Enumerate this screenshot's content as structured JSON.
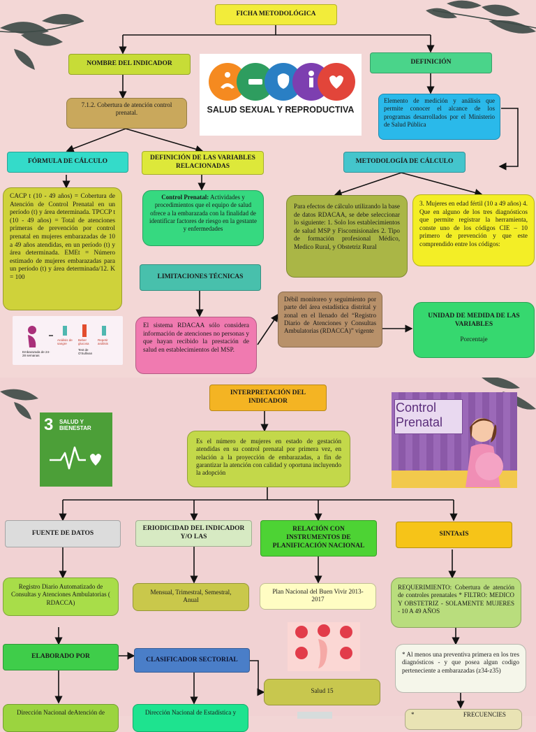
{
  "top": {
    "ficha": "FICHA METODOLÓGICA",
    "nombre_indicador": "NOMBRE DEL INDICADOR",
    "definicion": "DEFINICIÓN",
    "indicador_valor": "7.1.2. Cobertura de atención control prenatal.",
    "definicion_texto": "Elemento de medición y análisis que permite conocer el alcance de los programas desarrollados por el Ministerio de Salud Pública",
    "logo_text": "SALUD SEXUAL Y REPRODUCTIVA",
    "formula": "FÓRMULA DE CÁLCULO",
    "definicion_variables": "DEFINICIÓN DE LAS VARIABLES RELACIONADAS",
    "metodologia": "METODOLOGÍA DE CÁLCULO",
    "formula_texto": "CACP t (10 - 49 años) = Cobertura de Atención de Control Prenatal en un período (t) y área determinada. TPCCP t (10 - 49 años) = Total de atenciones primeras de prevención por control prenatal en mujeres embarazadas de 10 a 49 años atendidas, en un período (t) y área determinada. EMEt = Número estimado de mujeres embarazadas para un período (t) y área determinada/12. K = 100",
    "control_prenatal_bold": "Control Prenatal:",
    "control_prenatal_texto": " Actividades y procedimientos que el equipo de salud ofrece a la embarazada con la finalidad de identificar factores de riesgo en la gestante y enfermedades",
    "metodo_texto": "Para efectos de cálculo utilizando la base de datos RDACAA, se debe seleccionar lo siguiente: 1. Solo los establecimientos de salud MSP y Fiscomisionales 2. Tipo de formación profesional Médico, Medico Rural, y Obstetriz Rural",
    "mujeres_texto": "3. Mujeres en edad fértil (10 a 49 años) 4. Que en alguno de los tres diagnósticos que permite registrar la herramienta, conste uno de los códigos CIE – 10 primero de prevención y que este comprendido entre los códigos:",
    "limitaciones": "LIMITACIONES TÉCNICAS",
    "limitaciones_texto": "El sistema RDACAA sólo considera información de atenciones no personas y que hayan recibido la prestación de salud en establecimientos del MSP.",
    "debil_texto": "Débil monitoreo y seguimiento por parte del área estadística distrital y zonal en el llenado del “Registro Diario de Atenciones y Consultas Ambulatorias (RDACCA)” vigente",
    "unidad": "UNIDAD DE MEDIDA DE LAS VARIABLES",
    "unidad_valor": "Porcentaje",
    "pregnancy_labels": [
      "Embarazada de 24-28 semanas",
      "Análisis de sangre",
      "Beber glucosa",
      "Repetir análisis",
      "Test de O'Sullivan"
    ]
  },
  "bottom": {
    "interpretacion": "INTERPRETACIÓN DEL INDICADOR",
    "interpretacion_texto": "Es el número de mujeres en estado de gestación atendidas en su control prenatal por primera vez, en relación a la proyección de embarazadas, a fin de garantizar la atención con calidad y oportuna incluyendo la adopción",
    "ods_number": "3",
    "ods_text": "SALUD Y BIENESTAR",
    "control_prenatal_img": "Control Prenatal",
    "fuente": "FUENTE DE DATOS",
    "periodicidad": "ERIODICIDAD DEL INDICADOR Y/O LAS",
    "relacion": "RELACIÓN CON INSTRUMENTOS DE PLANIFICACIÓN NACIONAL",
    "sintaxis": "SINTAxIS",
    "fuente_valor": "Registro Diario Automatizado de Consultas y Atenciones Ambulatorias ( RDACCA)",
    "periodicidad_valor": "Mensual, Trimestral, Semestral, Anual",
    "relacion_valor": "Plan Nacional del Buen Vivir 2013-2017",
    "requerimiento": "REQUERIMIENTO: Cobertura de atención de controles prenatales * FILTRO: MEDICO Y OBSTETRIZ - SOLAMENTE MUJERES - 10 A 49 AÑOS",
    "preventiva": "* Al menos una preventiva primera en los tres diagnósticos - y que posea algun codigo perteneciente a embarazadas (z34-z35)",
    "elaborado": "ELABORADO POR",
    "clasificador": "CLASIFICADOR SECTORIAL",
    "salud15": "Salud 15",
    "direccion1": "Dirección Nacional deAtención de",
    "direccion2": "Dirección Nacional de Estadística y",
    "frecuencias": "FRECUENCIES"
  }
}
